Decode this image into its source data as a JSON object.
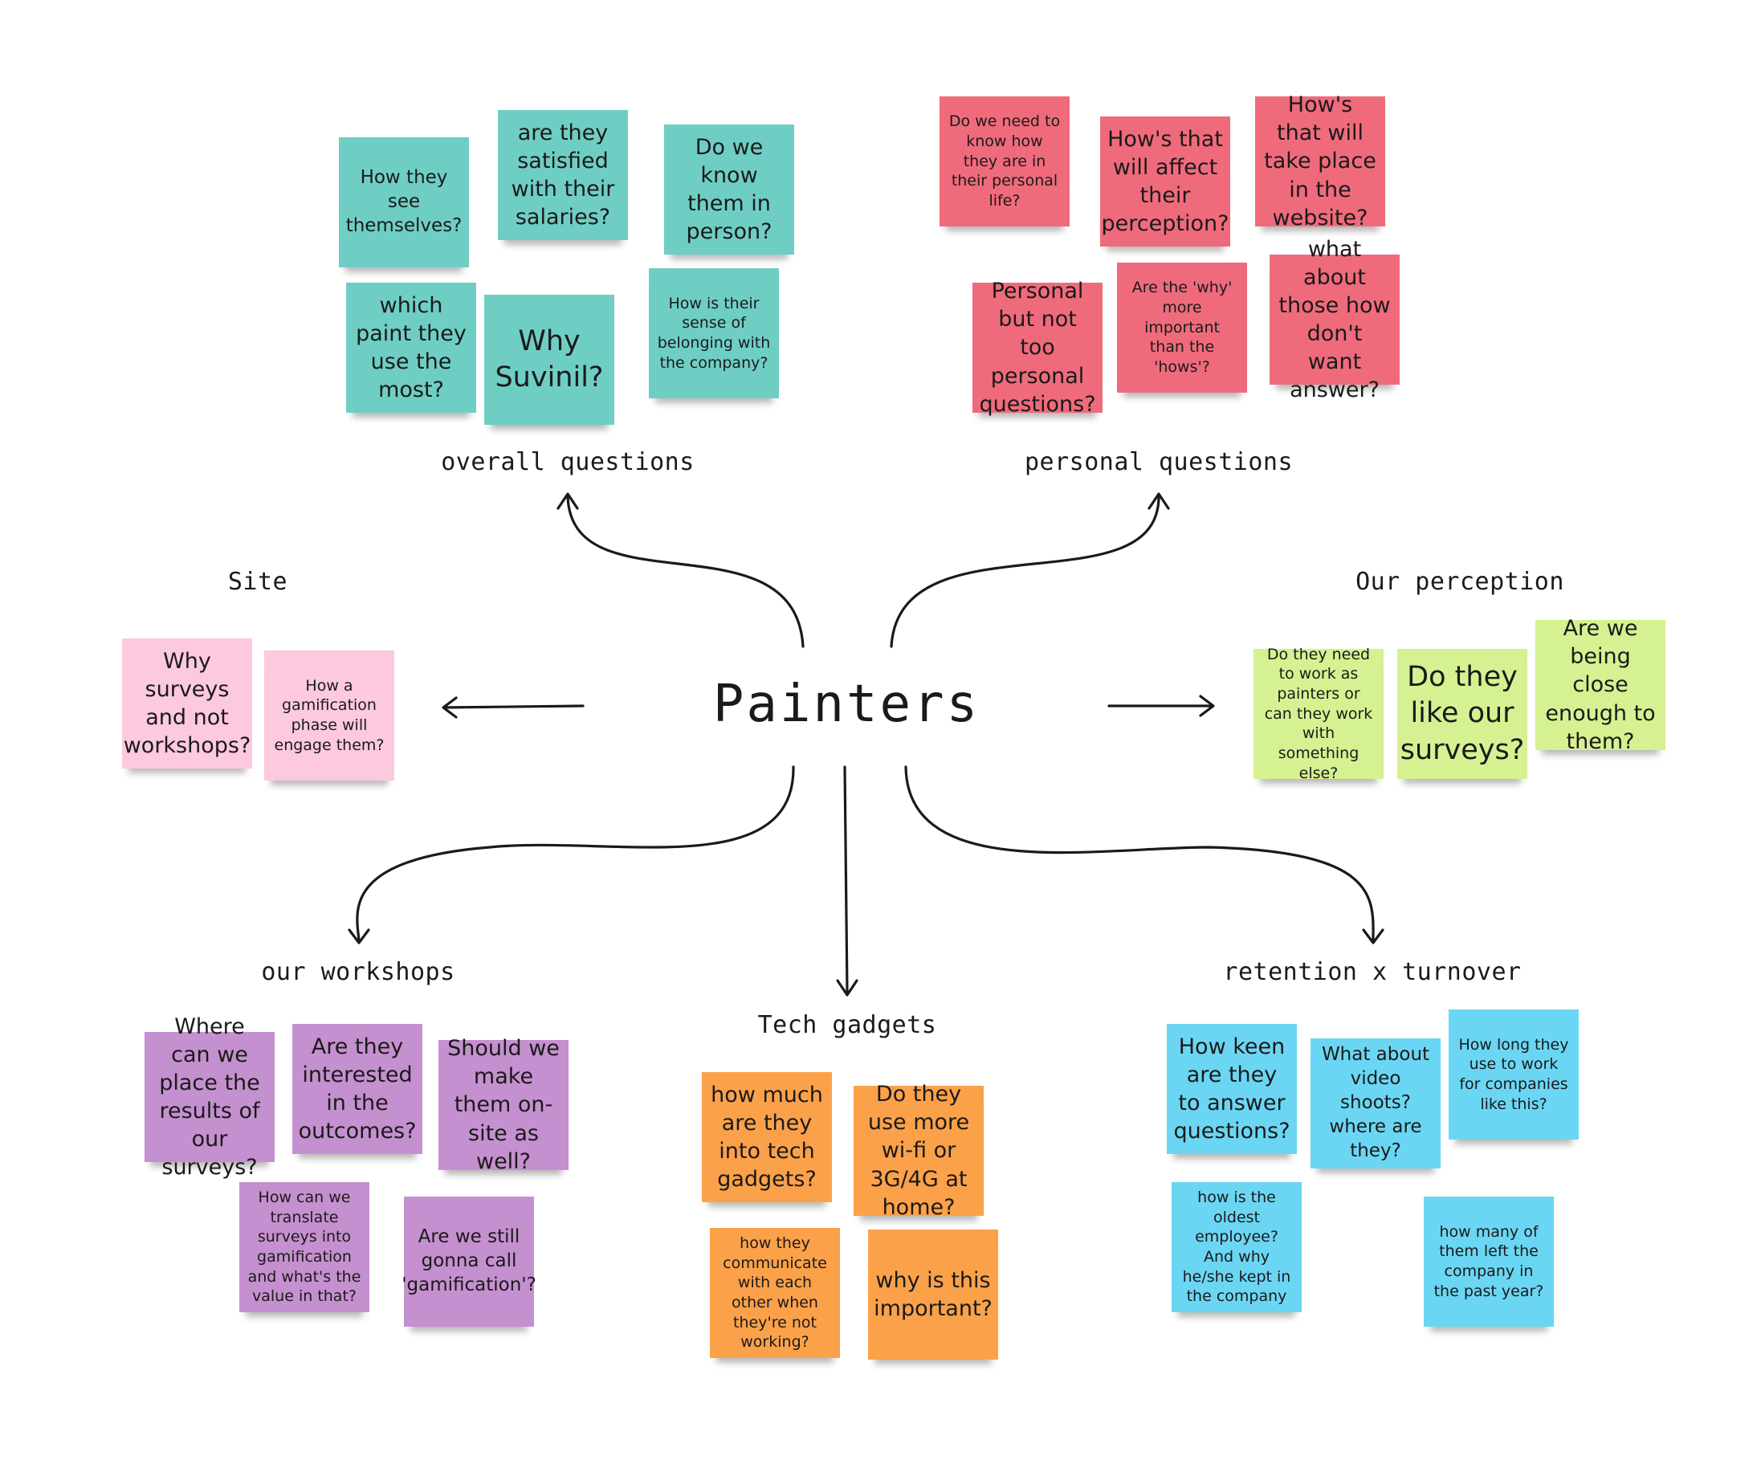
{
  "center": {
    "title": "Painters"
  },
  "groups": {
    "overall": {
      "label": "overall questions",
      "notes": [
        "How they see themselves?",
        "are they satisfied with their salaries?",
        "Do we know them in person?",
        "which paint they use the most?",
        "Why Suvinil?",
        "How is their sense of belonging with the company?"
      ]
    },
    "personal": {
      "label": "personal questions",
      "notes": [
        "Do we need to know how they are in their personal life?",
        "How's that will affect their perception?",
        "How's that will take place in the website?",
        "Personal but not too personal questions?",
        "Are the 'why' more important than the 'hows'?",
        "what about those how don't want answer?"
      ]
    },
    "site": {
      "label": "Site",
      "notes": [
        "Why surveys and not workshops?",
        "How a gamification phase will engage them?"
      ]
    },
    "perception": {
      "label": "Our perception",
      "notes": [
        "Do they need to work as painters or can they work with something else?",
        "Do they like our surveys?",
        "Are we being close enough to them?"
      ]
    },
    "workshops": {
      "label": "our workshops",
      "notes": [
        "Where can we place the results of our surveys?",
        "Are they interested in the outcomes?",
        "Should we make them on-site as well?",
        "How can we translate surveys into gamification and what's the value in that?",
        "Are we still gonna call 'gamification'?"
      ]
    },
    "tech": {
      "label": "Tech gadgets",
      "notes": [
        "how much are they into tech gadgets?",
        "Do they use more wi-fi or 3G/4G at home?",
        "how they communicate with each other when they're not working?",
        "why is this important?"
      ]
    },
    "retention": {
      "label": "retention x turnover",
      "notes": [
        "How keen are they to answer questions?",
        "What about video shoots? where are they?",
        "How long they use to work for companies like this?",
        "how is the oldest employee? And why he/she kept in the company",
        "how many of them left the company in the past year?"
      ]
    }
  },
  "colors": {
    "teal": "#6fcec4",
    "red": "#ef6b7c",
    "pink": "#fcc9de",
    "lime": "#d6f191",
    "purple": "#c590cf",
    "orange": "#fba14a",
    "blue": "#6bd6f3"
  }
}
